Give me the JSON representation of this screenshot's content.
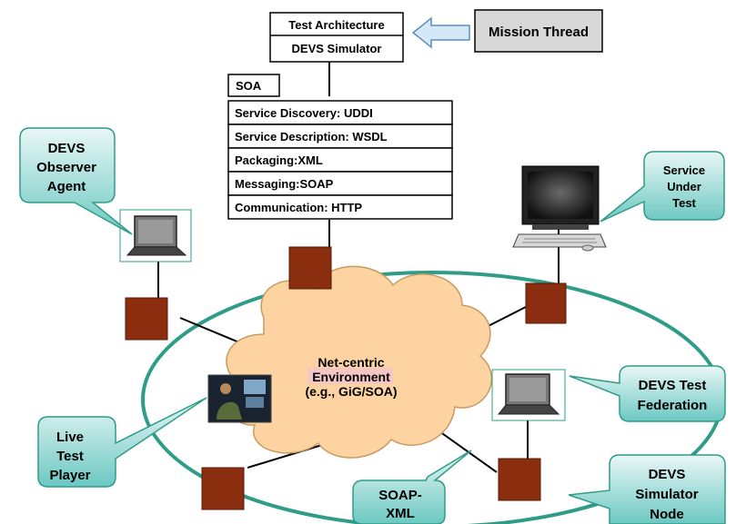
{
  "architecture": {
    "test_architecture": "Test Architecture",
    "devs_simulator": "DEVS Simulator",
    "mission_thread": "Mission Thread"
  },
  "soa": {
    "title": "SOA",
    "layers": [
      "Service Discovery: UDDI",
      "Service Description: WSDL",
      "Packaging:XML",
      "Messaging:SOAP",
      "Communication: HTTP"
    ]
  },
  "cloud": {
    "line1": "Net-centric",
    "line2": "Environment",
    "line3": "(e.g., GiG/SOA)"
  },
  "callouts": {
    "observer": [
      "DEVS",
      "Observer",
      "Agent"
    ],
    "service": [
      "Service",
      "Under",
      "Test"
    ],
    "federation": [
      "DEVS Test",
      "Federation"
    ],
    "simulator_node": [
      "DEVS",
      "Simulator",
      "Node"
    ],
    "player": [
      "Live",
      "Test",
      "Player"
    ],
    "soap": [
      "SOAP-",
      "XML"
    ]
  },
  "colors": {
    "node_fill": "#8b2e10",
    "ring": "#2e9c86",
    "cloud": "#fcd3a1",
    "callout_top": "#e6f6f5",
    "callout_bottom": "#6ec9c3",
    "mission_fill": "#d8d8d8",
    "arrow_fill": "#d5e8f7",
    "cloud_text_bg": "#f5c6c6"
  }
}
